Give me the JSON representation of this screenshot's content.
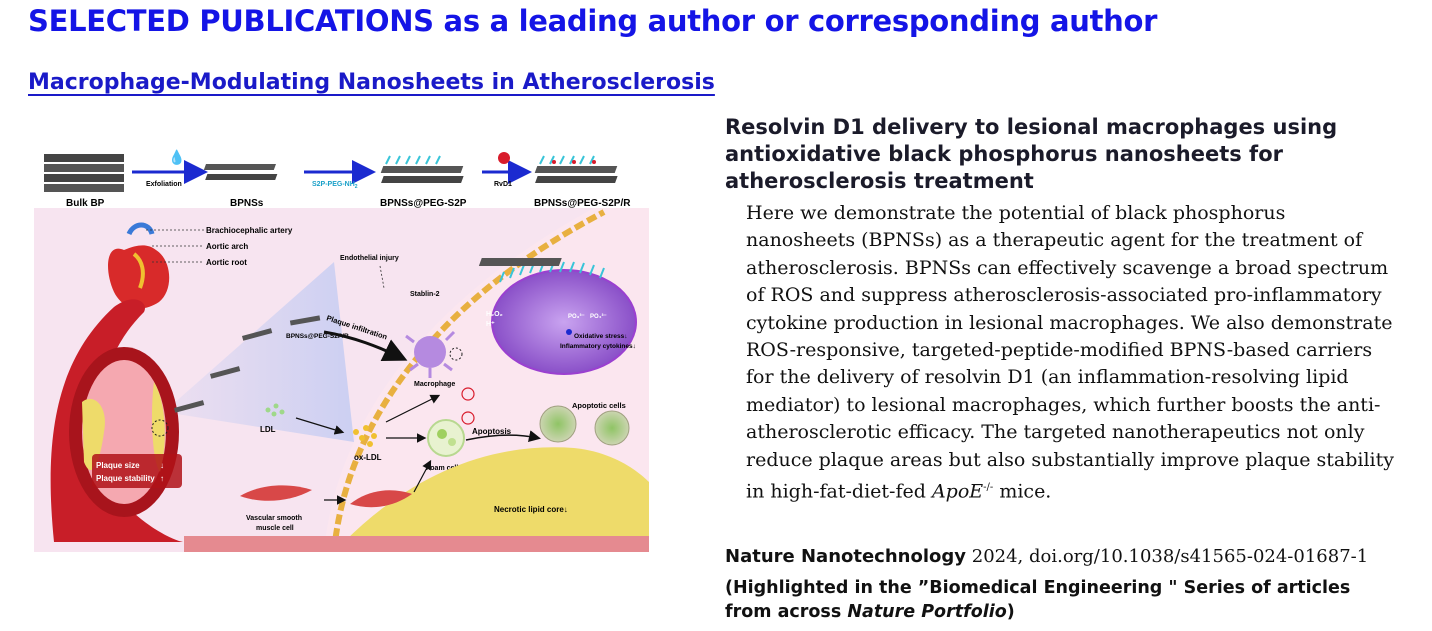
{
  "page": {
    "title": "SELECTED PUBLICATIONS as a leading author or corresponding author",
    "section_title": "Macrophage-Modulating Nanosheets in Atherosclerosis"
  },
  "figure": {
    "labels": {
      "bulk_bp": "Bulk BP",
      "exfoliation": "Exfoliation",
      "bpnss": "BPNSs",
      "s2p_peg": "S2P-PEG-NH",
      "s2p_sub": "2",
      "bpnss_peg": "BPNSs@PEG-S2P",
      "rvd1": "RvD1",
      "bpnss_peg_r": "BPNSs@PEG-S2P/R",
      "brachiocephalic": "Brachiocephalic artery",
      "aortic_arch": "Aortic arch",
      "aortic_root": "Aortic root",
      "endothelial": "Endothelial injury",
      "stablin": "Stablin-2",
      "plaque_infiltration": "Plaque infiltration",
      "carrier": "BPNSs@PEG-S2P/R",
      "h2o2": "H₂O₂",
      "hplus": "H⁺",
      "po": "PO₃³⁻",
      "po2": "PO₄³⁻",
      "oxidative": "Oxidative stress↓",
      "inflammatory": "Inflammatory cytokines↓",
      "macrophage": "Macrophage",
      "apoptotic": "Apoptotic cells",
      "ldl": "LDL",
      "oxldl": "ox-LDL",
      "apoptosis": "Apoptosis",
      "foam": "Foam cell",
      "plaque_size": "Plaque size",
      "plaque_size_arrow": "↓",
      "plaque_stability": "Plaque stability",
      "plaque_stability_arrow": "↑",
      "vsmc1": "Vascular smooth",
      "vsmc2": "muscle cell",
      "necrotic": "Necrotic lipid core↓"
    },
    "colors": {
      "background": "#f7e4f0",
      "vessel": "#cc1e28",
      "plaque": "#eedb6a",
      "cell": "#a070d8",
      "blue_arrow": "#1b2ad0",
      "sheet": "#4a4a4a",
      "peg": "#39c4d8",
      "rvd1": "#d81c2c"
    }
  },
  "paper": {
    "title": "Resolvin D1 delivery to lesional macrophages using antioxidative black phosphorus nanosheets for atherosclerosis treatment",
    "abstract_main": "Here we demonstrate the potential of black phosphorus nanosheets (BPNSs) as a therapeutic agent for the treatment of atherosclerosis. BPNSs can effectively scavenge a broad spectrum of ROS and suppress atherosclerosis-associated pro-inflammatory cytokine production in lesional macrophages. We also demonstrate ROS-responsive, targeted-peptide-modified BPNS-based carriers for the delivery of resolvin D1 (an inflammation-resolving lipid mediator) to lesional macrophages, which further boosts the anti-atherosclerotic efficacy. The targeted nanotherapeutics not only reduce plaque areas but also substantially improve plaque stability in high-fat-diet-fed",
    "abstract_gene": "ApoE",
    "abstract_gene_sup": "-/-",
    "abstract_end": "mice."
  },
  "citation": {
    "journal": "Nature Nanotechnology",
    "rest": "2024, doi.org/10.1038/s41565-024-01687-1"
  },
  "highlight": {
    "prefix": "(Highlighted in the ”Biomedical Engineering \" Series of articles from across",
    "portfolio": "Nature Portfolio",
    "suffix": ")"
  }
}
